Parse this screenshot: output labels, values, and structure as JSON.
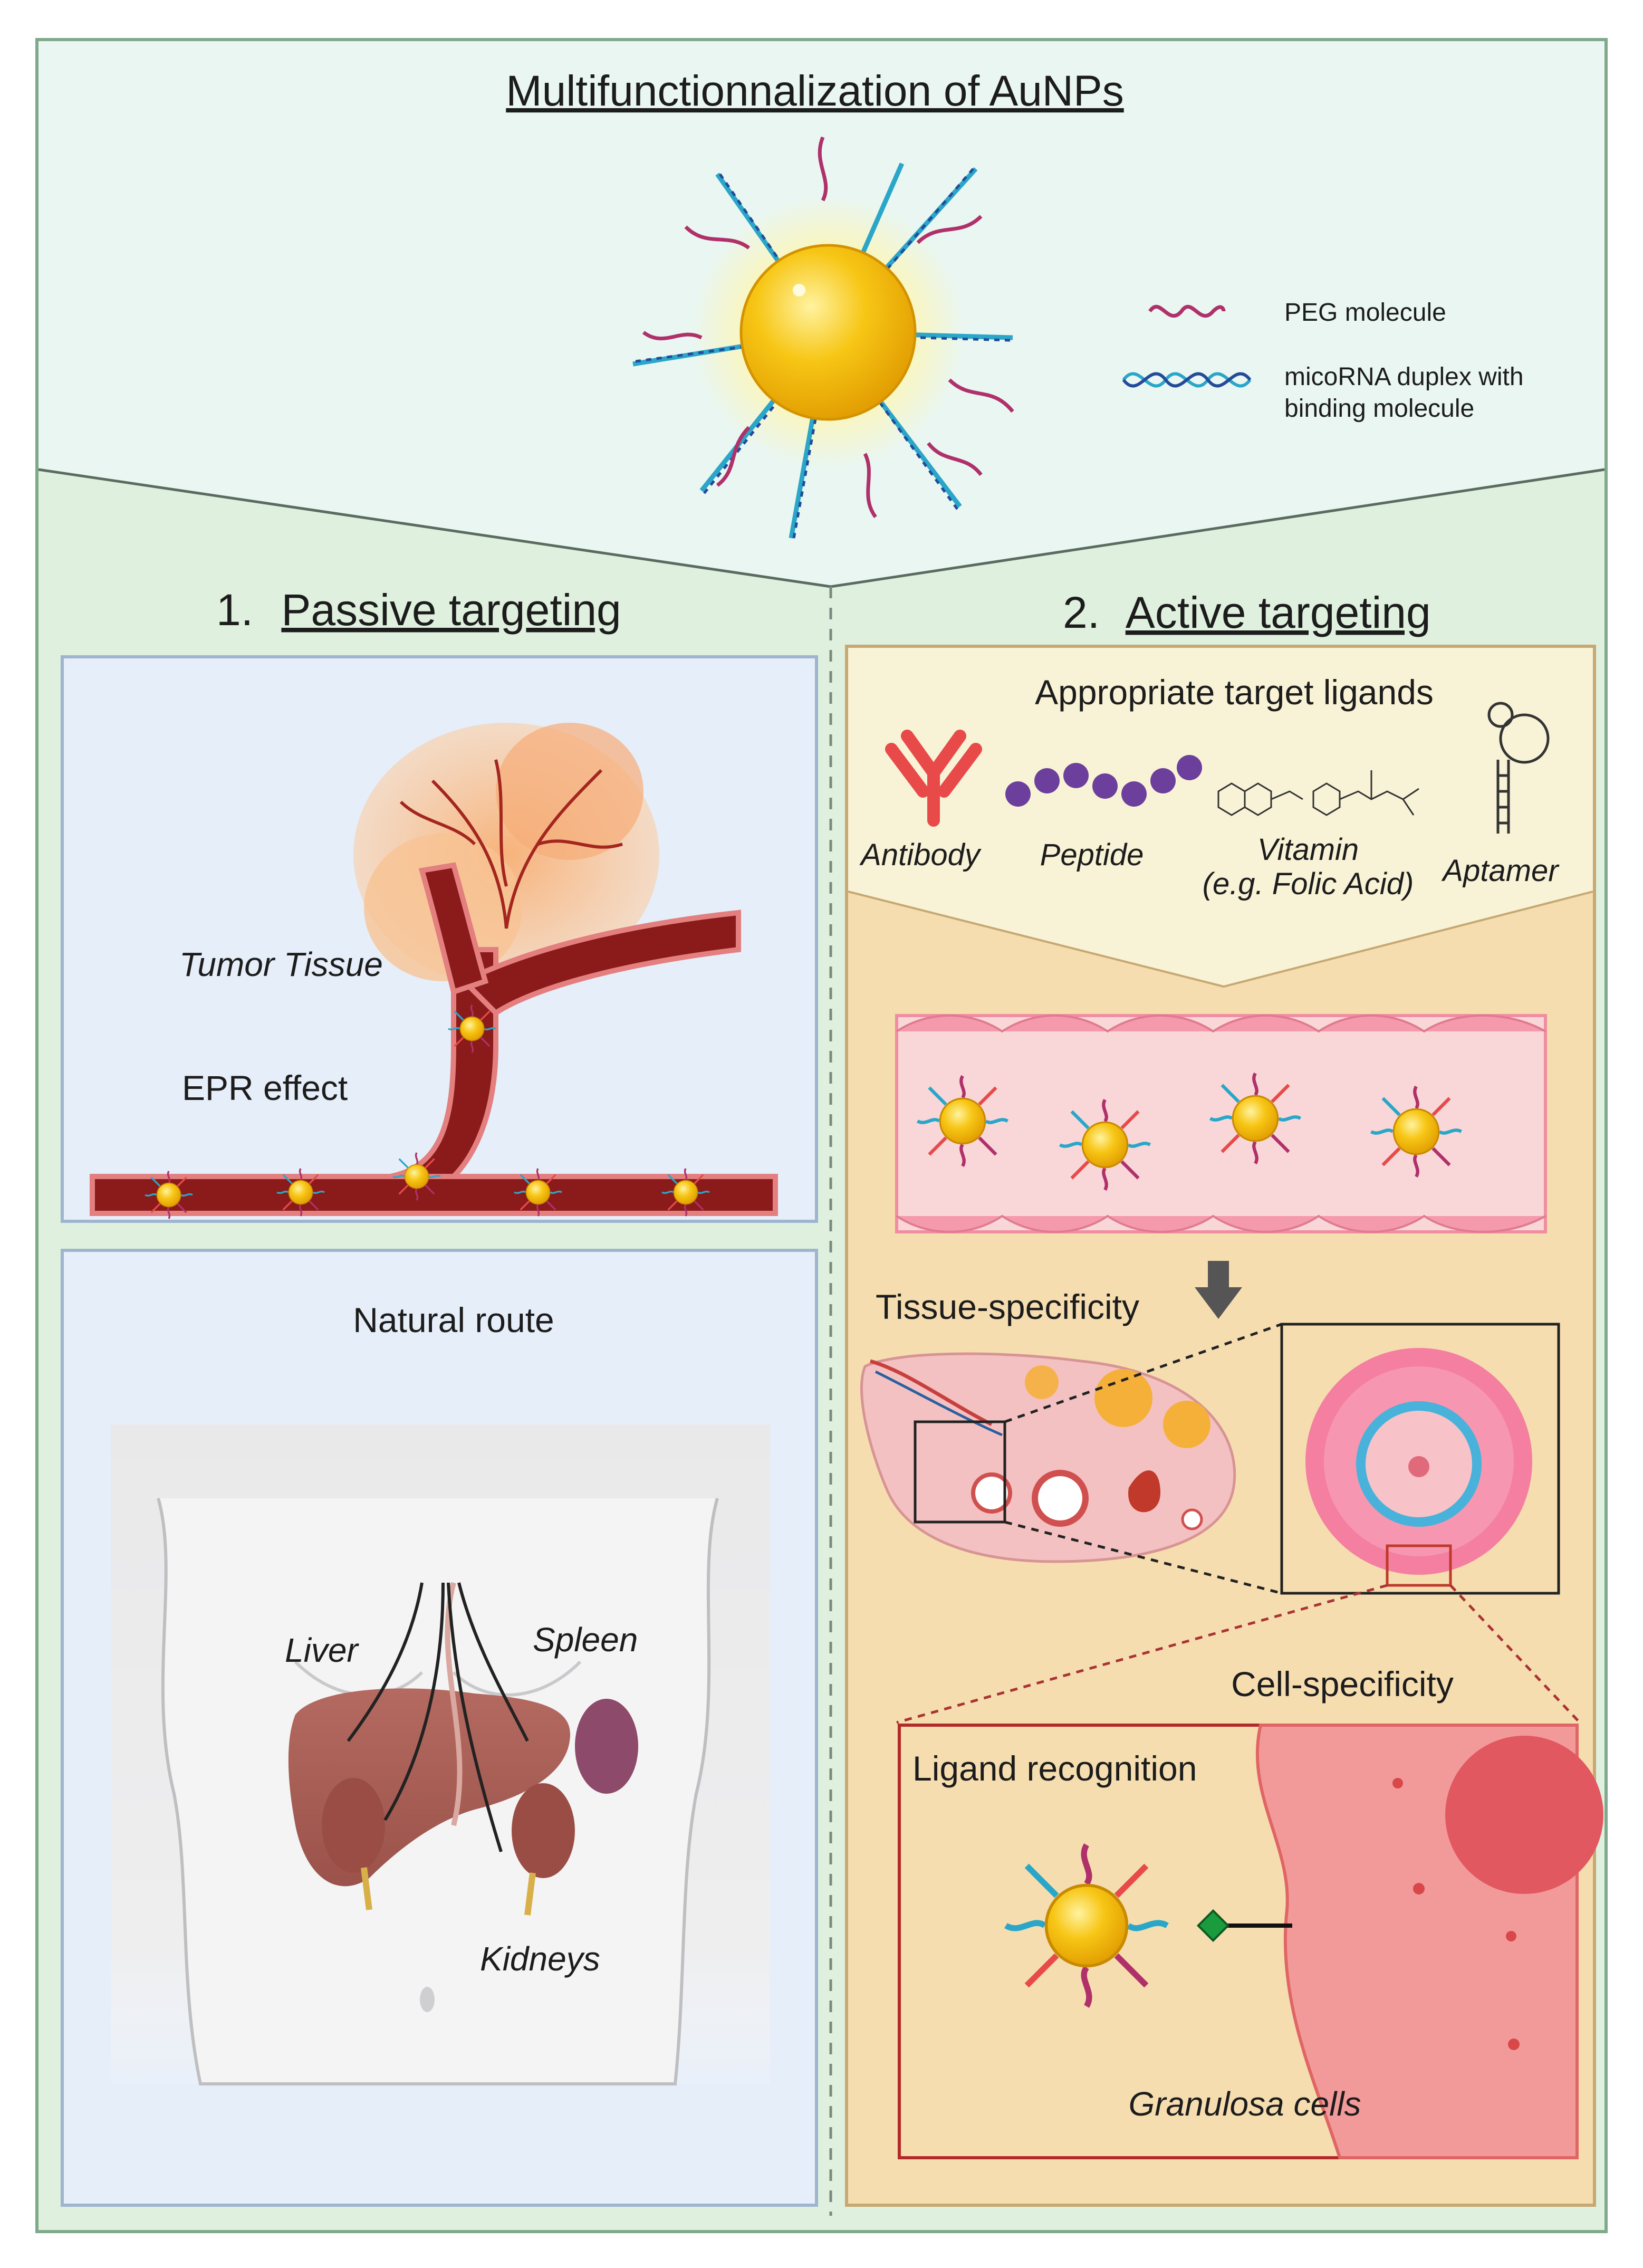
{
  "title": "Multifunctionnalization of AuNPs",
  "legend": {
    "peg": "PEG molecule",
    "mirna_line1": "micoRNA duplex with",
    "mirna_line2": "binding molecule"
  },
  "passive": {
    "number": "1.",
    "heading": "Passive targeting",
    "tumor_label": "Tumor Tissue",
    "epr_label": "EPR effect",
    "natural_route": "Natural route",
    "liver": "Liver",
    "spleen": "Spleen",
    "kidneys": "Kidneys"
  },
  "active": {
    "number": "2.",
    "heading": "Active targeting",
    "ligands_title": "Appropriate target ligands",
    "antibody": "Antibody",
    "peptide": "Peptide",
    "vitamin_line1": "Vitamin",
    "vitamin_line2": "(e.g. Folic Acid)",
    "aptamer": "Aptamer",
    "tissue_specificity": "Tissue-specificity",
    "cell_specificity": "Cell-specificity",
    "ligand_recognition": "Ligand recognition",
    "granulosa": "Granulosa cells"
  },
  "colors": {
    "gold": "#f5b800",
    "vessel": "#8b1a1a",
    "peg": "#b0306a",
    "dna": "#2aa6c9",
    "antibody": "#e84a4a"
  }
}
